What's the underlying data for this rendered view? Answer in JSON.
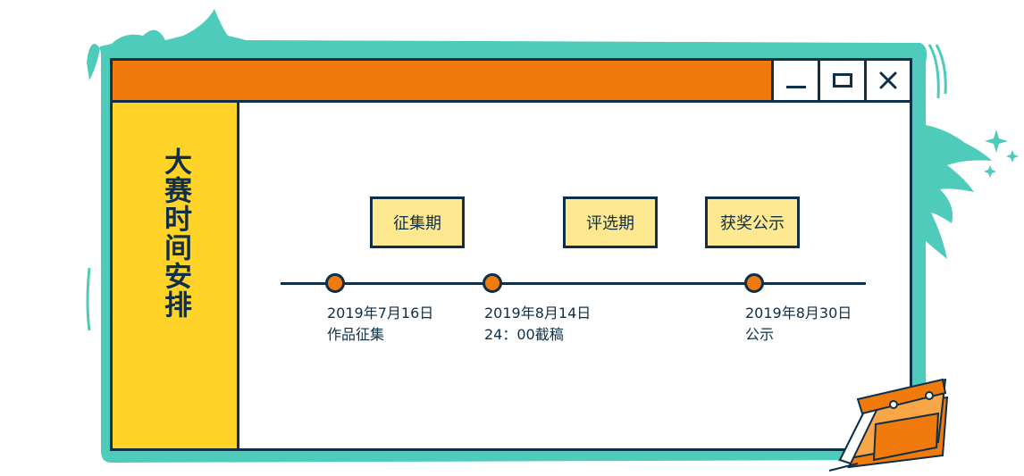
{
  "window": {
    "sidebar_title": "大赛时间安排",
    "controls": [
      "minimize",
      "maximize",
      "close"
    ]
  },
  "phases": [
    {
      "label": "征集期"
    },
    {
      "label": "评选期"
    },
    {
      "label": "获奖公示"
    }
  ],
  "timeline": [
    {
      "date": "2019年7月16日",
      "desc": "作品征集"
    },
    {
      "date": "2019年8月14日",
      "desc": "24：00截稿"
    },
    {
      "date": "2019年8月30日",
      "desc": "公示"
    }
  ],
  "colors": {
    "teal": "#4ecbbb",
    "orange": "#f07a0c",
    "yellow": "#ffd327",
    "light_yellow": "#fee890",
    "navy": "#0e2f47"
  },
  "icons": [
    "minimize-icon",
    "maximize-icon",
    "close-icon",
    "sparkle-icon",
    "calendar-icon"
  ]
}
